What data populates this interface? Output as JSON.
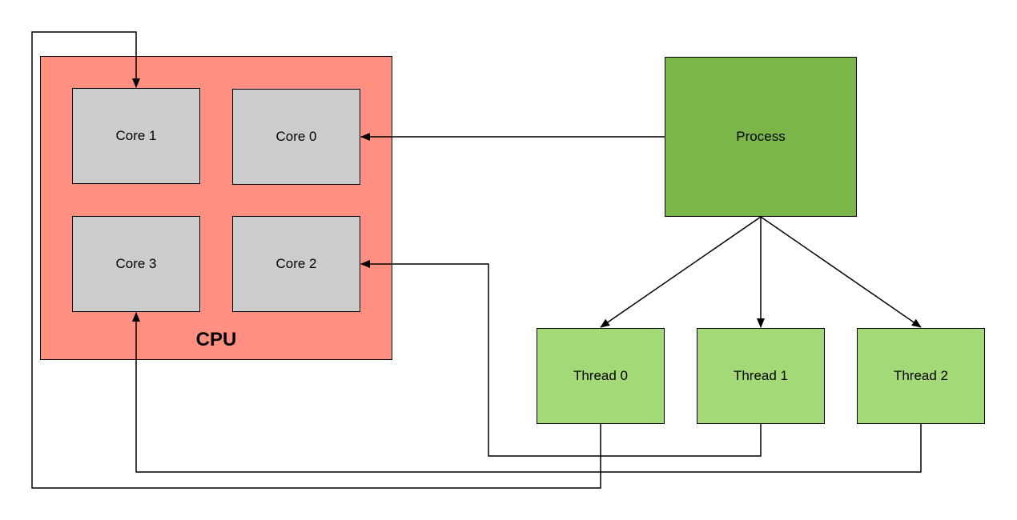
{
  "cpu": {
    "label": "CPU"
  },
  "cores": {
    "core1": "Core 1",
    "core0": "Core 0",
    "core3": "Core 3",
    "core2": "Core 2"
  },
  "process": {
    "label": "Process"
  },
  "threads": {
    "thread0": "Thread 0",
    "thread1": "Thread 1",
    "thread2": "Thread 2"
  },
  "colors": {
    "cpu": "#ff8f80",
    "core": "#cccccc",
    "process": "#7ab648",
    "thread": "#a3d977"
  }
}
